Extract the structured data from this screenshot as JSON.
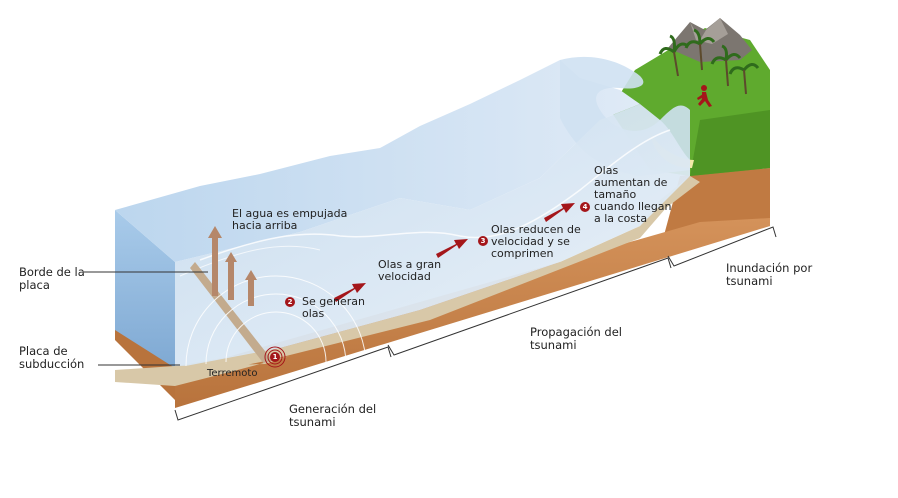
{
  "diagram": {
    "side_labels": {
      "plate_edge": "Borde de la\nplaca",
      "subduction_plate": "Placa de\nsubducción"
    },
    "annotations": {
      "water_pushed": "El agua es empujada\nhacia arriba",
      "earthquake": "Terremoto",
      "waves_generated": "Se generan\nolas",
      "high_speed": "Olas a gran\nvelocidad",
      "slow_down": "Olas reducen de\nvelocidad y se\ncomprimen",
      "grow": "Olas\naumentan de\ntamaño\ncuando llegan\na la costa"
    },
    "steps": [
      "1",
      "2",
      "3",
      "4"
    ],
    "stages": {
      "generation": "Generación del\ntsunami",
      "propagation": "Propagación del\ntsunami",
      "flooding": "Inundación por\ntsunami"
    },
    "colors": {
      "water": "#9fc4e6",
      "water_top": "#b8d4ee",
      "earth": "#c9864a",
      "seafloor": "#d8c8a8",
      "land": "#5faa2e",
      "arrow": "#a4161a",
      "push_arrow": "#b5876a"
    },
    "icons": [
      "palm-trees",
      "mountain",
      "running-person",
      "earthquake-epicenter"
    ]
  }
}
